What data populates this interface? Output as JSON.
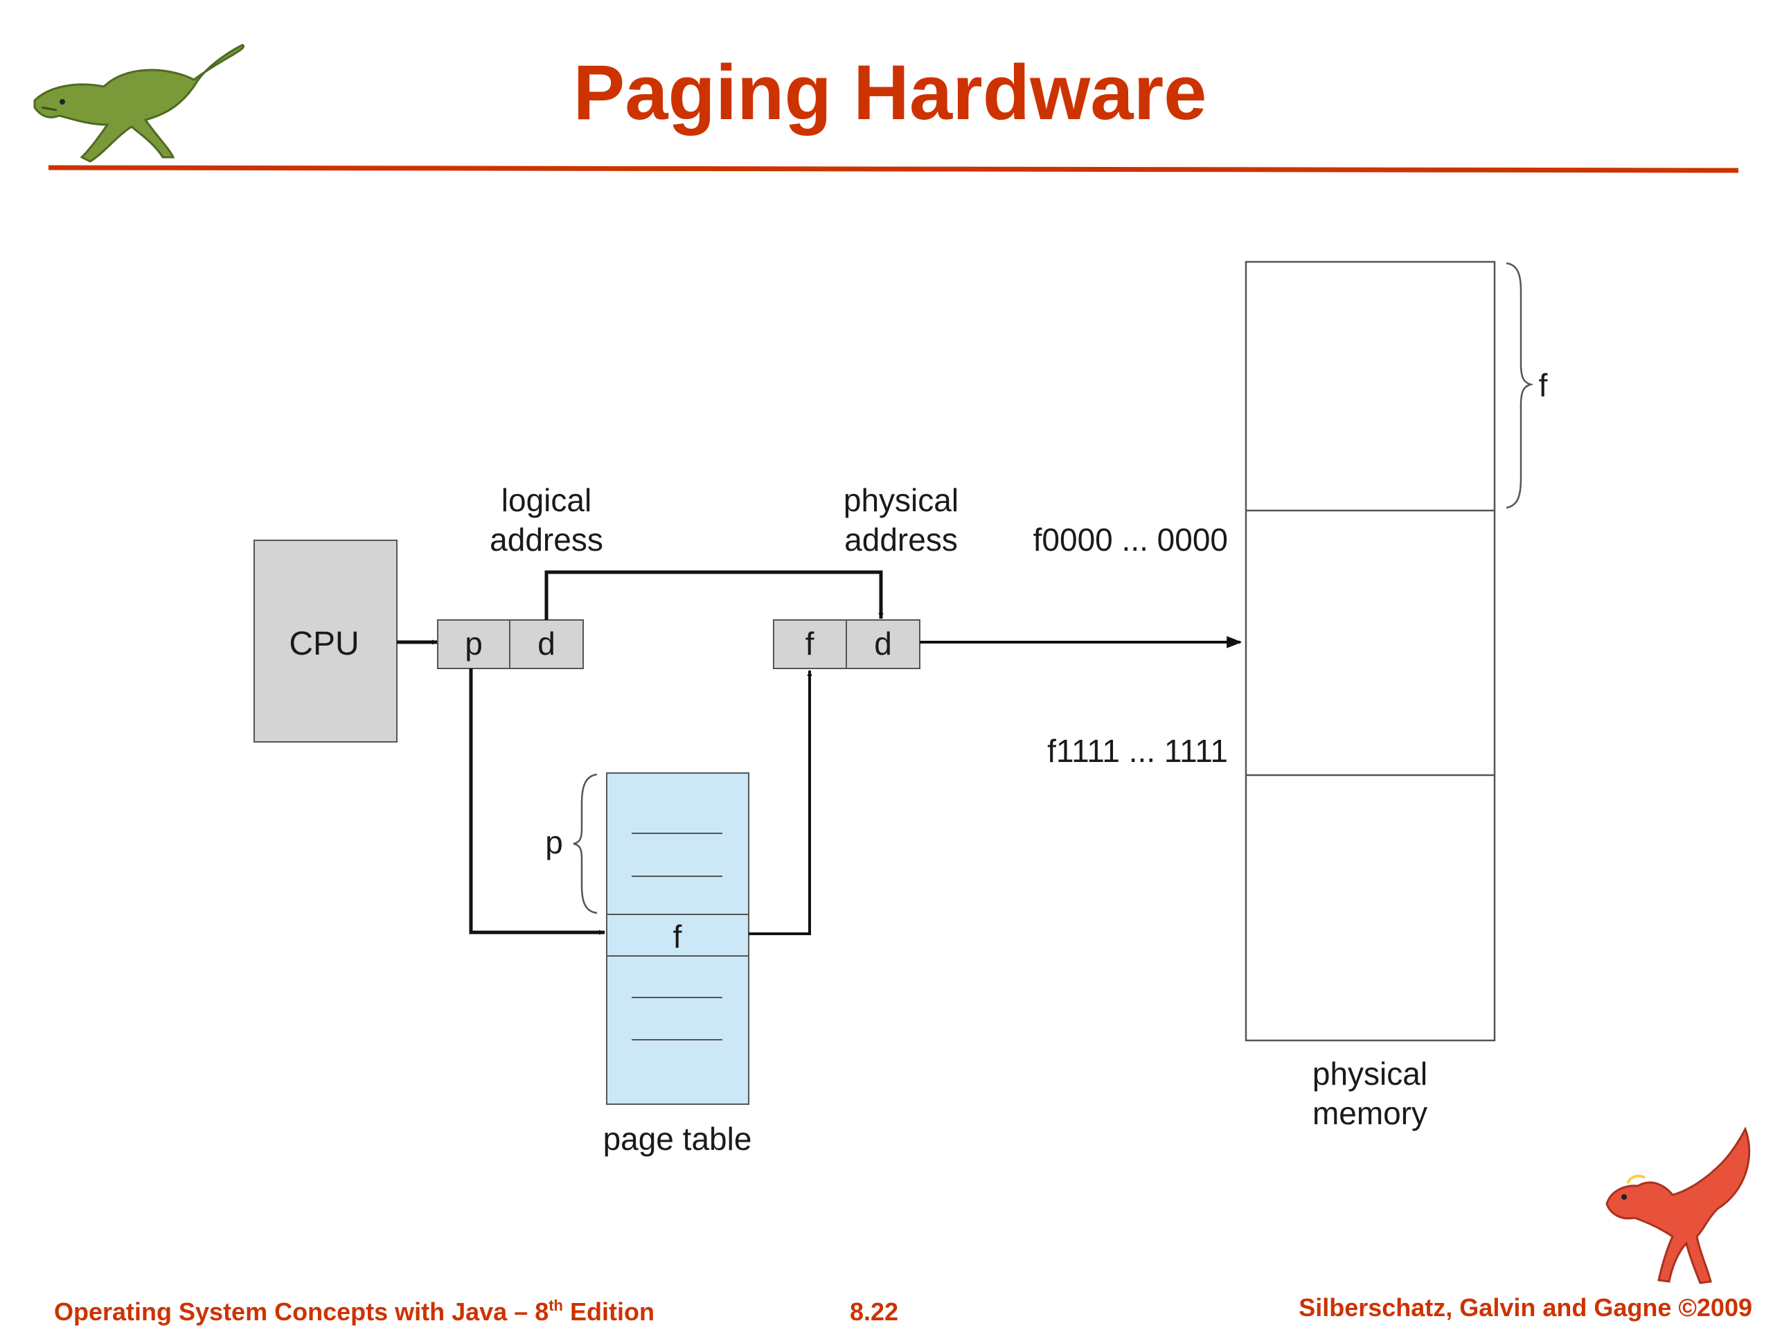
{
  "slide": {
    "title": "Paging Hardware",
    "accent_color": "#cc3300",
    "logo_top": "green-dinosaur-icon",
    "logo_bottom": "red-dinosaur-icon"
  },
  "diagram": {
    "cpu_label": "CPU",
    "logical_address_line1": "logical",
    "logical_address_line2": "address",
    "physical_address_line1": "physical",
    "physical_address_line2": "address",
    "logical_p": "p",
    "logical_d": "d",
    "physical_f": "f",
    "physical_d": "d",
    "page_table_label": "page table",
    "page_table_brace_label": "p",
    "page_table_entry": "f",
    "frame_brace_label": "f",
    "frame_start": "f0000 ... 0000",
    "frame_end": "f1111 ... 1111",
    "memory_label_line1": "physical",
    "memory_label_line2": "memory"
  },
  "footer": {
    "left_main": "Operating System Concepts  with Java – 8",
    "left_sup": "th",
    "left_end": " Edition",
    "center": "8.22",
    "right": "Silberschatz, Galvin and Gagne ©2009"
  }
}
